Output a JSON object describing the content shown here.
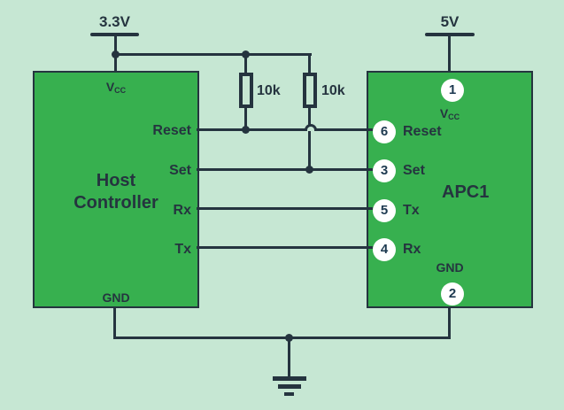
{
  "colors": {
    "background": "#c6e7d3",
    "component_green": "#37b04f",
    "ink": "#25343f",
    "pin_circle_fill": "#ffffff",
    "pin_number_ink": "#1d3950"
  },
  "power": {
    "rail_3v3_label": "3.3V",
    "rail_5v_label": "5V"
  },
  "resistors": {
    "r1_label": "10k",
    "r2_label": "10k"
  },
  "host_controller": {
    "title_line1": "Host",
    "title_line2": "Controller",
    "vcc": {
      "main": "V",
      "sub": "CC"
    },
    "gnd_label": "GND",
    "pins": {
      "reset": "Reset",
      "set": "Set",
      "rx": "Rx",
      "tx": "Tx"
    }
  },
  "apc1": {
    "title": "APC1",
    "vcc": {
      "main": "V",
      "sub": "CC"
    },
    "gnd_label": "GND",
    "pins": {
      "vcc_number": "1",
      "gnd_number": "2",
      "reset": {
        "number": "6",
        "label": "Reset"
      },
      "set": {
        "number": "3",
        "label": "Set"
      },
      "tx": {
        "number": "5",
        "label": "Tx"
      },
      "rx": {
        "number": "4",
        "label": "Rx"
      }
    }
  }
}
